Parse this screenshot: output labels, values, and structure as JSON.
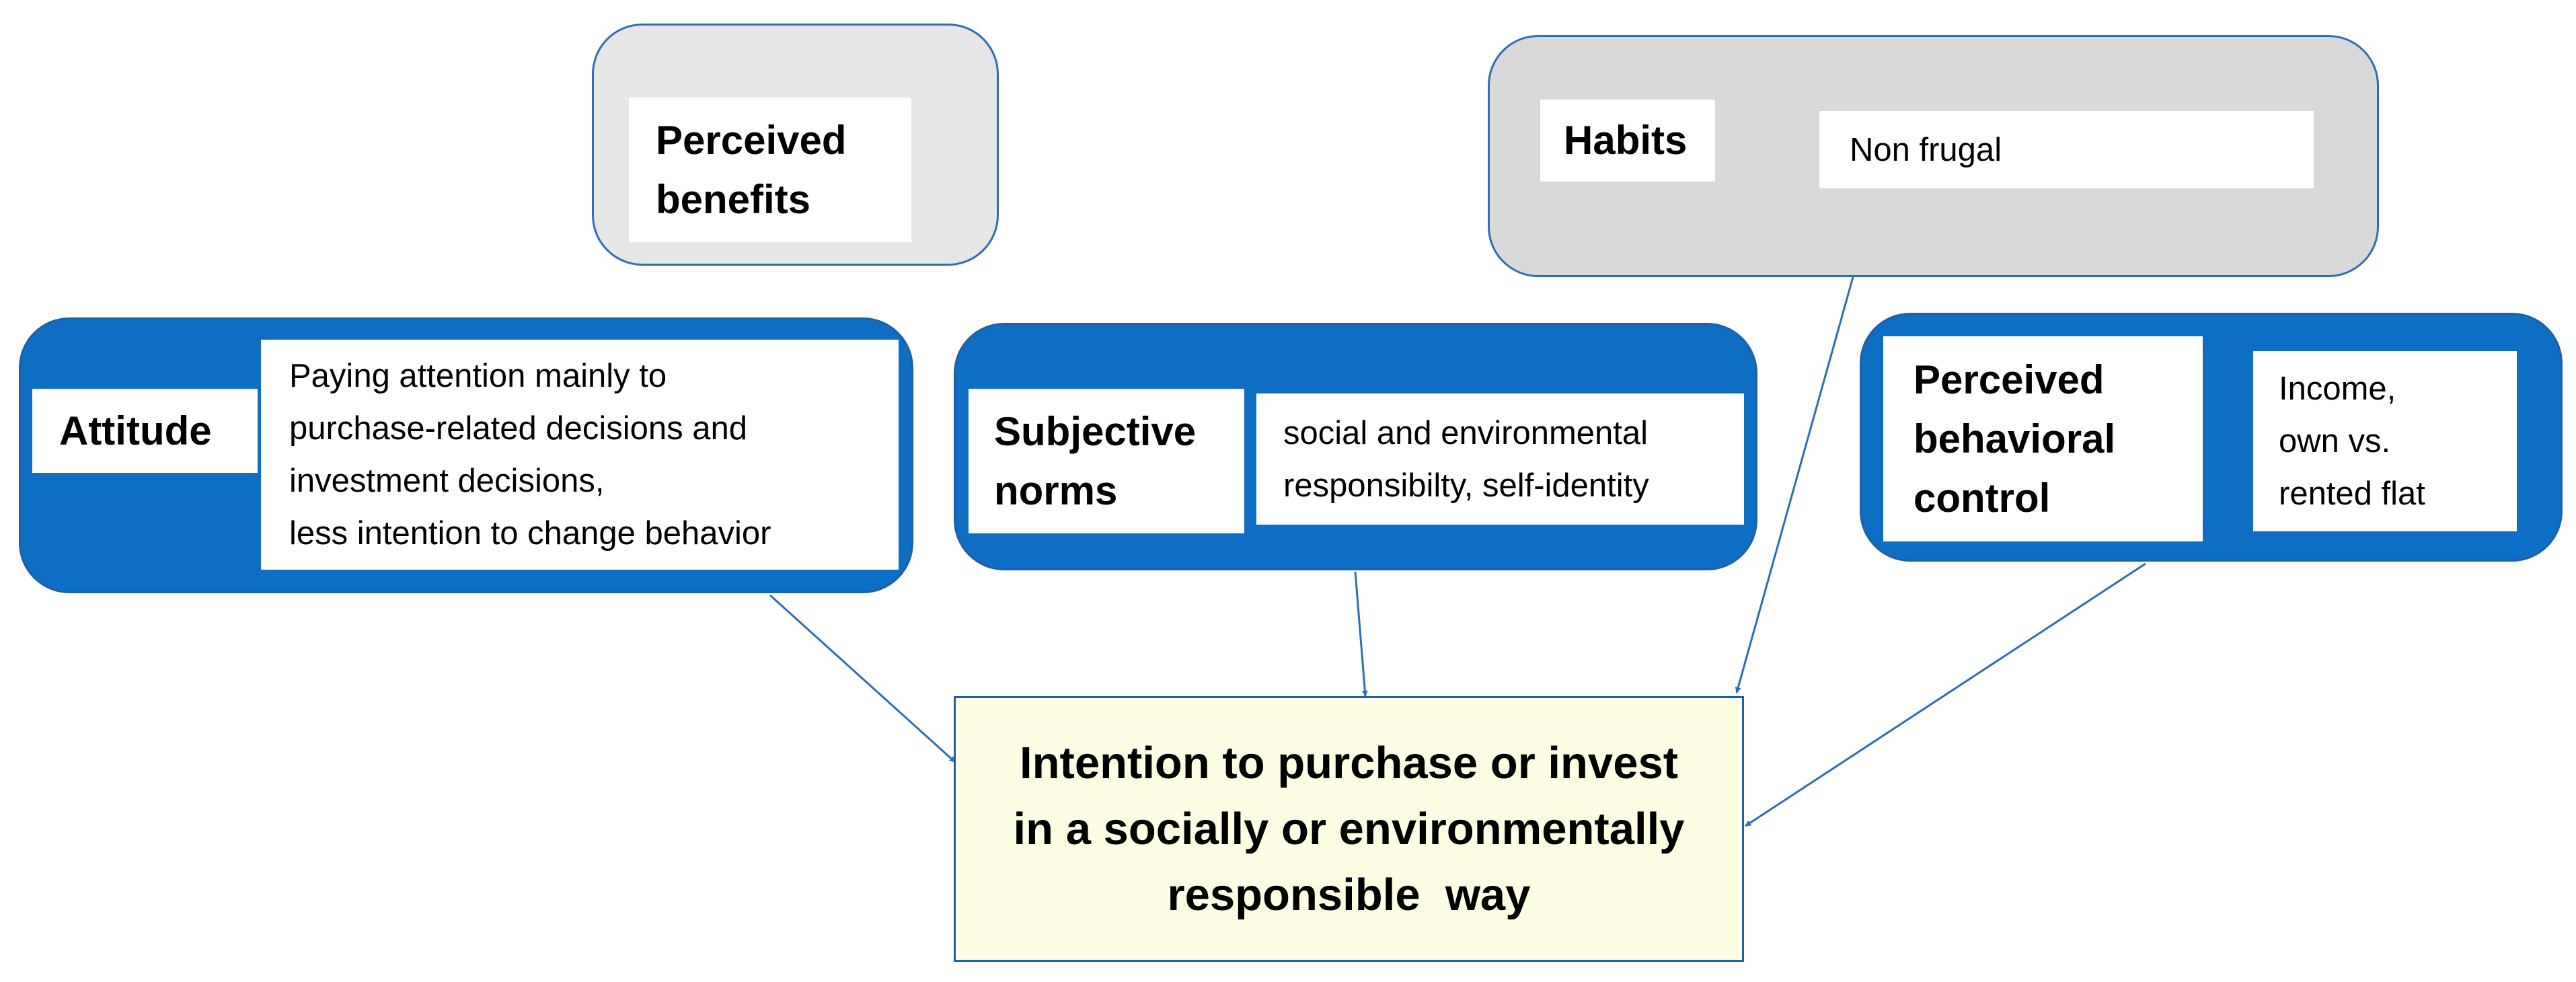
{
  "perceived_benefits": {
    "label_lines": [
      "Perceived",
      "benefits"
    ]
  },
  "habits": {
    "label": "Habits",
    "description": "Non frugal"
  },
  "attitude": {
    "label": "Attitude",
    "description_lines": [
      "Paying attention mainly to",
      "purchase-related decisions and",
      "investment decisions,",
      "less intention to change behavior"
    ]
  },
  "subjective_norms": {
    "label_lines": [
      "Subjective",
      "norms"
    ],
    "description_lines": [
      "social and environmental",
      "responsibilty, self-identity"
    ]
  },
  "perceived_behavioral_control": {
    "label_lines": [
      "Perceived",
      "behavioral",
      "control"
    ],
    "description_lines": [
      "Income,",
      "own vs.",
      "rented flat"
    ]
  },
  "intention": {
    "lines": [
      "Intention to purchase or invest",
      "in a socially or environmentally",
      "responsible  way"
    ]
  },
  "colors": {
    "blue_container": "#0d6ec4",
    "grey_container": "#d9d9d9",
    "target_fill": "#fdfde3",
    "arrow": "#2f6db5"
  }
}
